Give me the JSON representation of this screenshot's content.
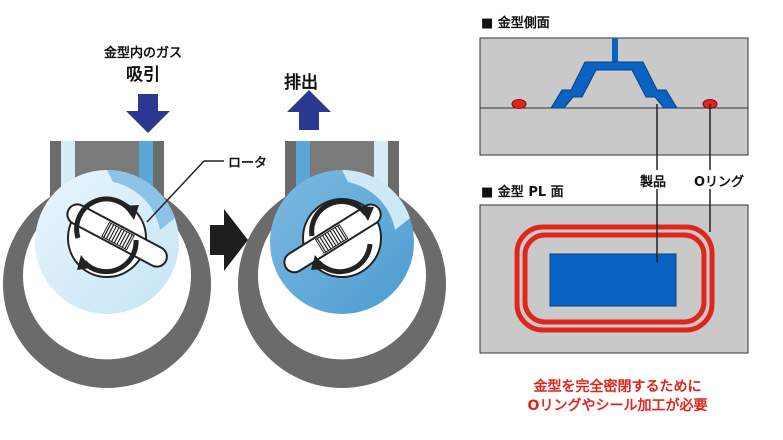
{
  "labels": {
    "gas_in_mold": "金型内のガス",
    "suction": "吸引",
    "exhaust": "排出",
    "rotor": "ロータ",
    "mold_side": "■ 金型側面",
    "mold_pl": "■ 金型 PL 面",
    "product": "製品",
    "o_ring": "Oリング"
  },
  "note": {
    "line1": "金型を完全密閉するために",
    "line2": "Oリングやシール加工が必要"
  },
  "colors": {
    "pump_body": "#6b6b6b",
    "light_fluid": "#d4ecf8",
    "dark_fluid": "#5aa6d6",
    "arrow_navy": "#2b3990",
    "mold_gray": "#c9c9c9",
    "product_blue": "#0a63c2",
    "seal_red": "#e0261c"
  }
}
